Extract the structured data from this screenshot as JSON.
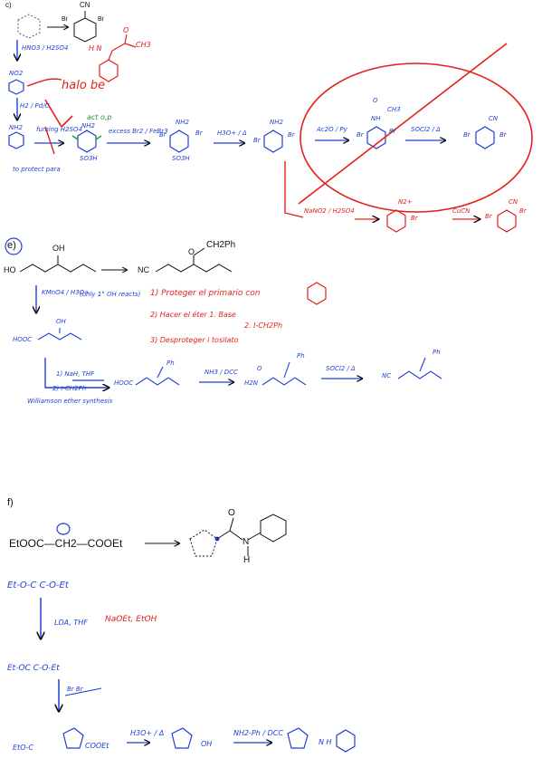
{
  "part_c": {
    "label": "c)",
    "target_sub": "CN",
    "target_br_left": "Br",
    "target_br_right": "Br",
    "side_amide_hn": "H N",
    "side_amide_o": "O",
    "side_amide_ch3": "CH3",
    "step1_reagents": "HNO3 / H2SO4",
    "nitro_label": "NO2",
    "red_note": "halo be",
    "step2_reagents": "H2 / Pd/C",
    "amine_label": "NH2",
    "fuming_reagents": "fuming H2SO4",
    "protect_note": "to protect para",
    "act_note": "act o,p",
    "sulfonic_amine": "NH2",
    "so3h_1": "SO3H",
    "excess_br": "excess Br2 / FeBr3",
    "tribromo_nh2": "NH2",
    "tribromo_br_l": "Br",
    "tribromo_br_r": "Br",
    "so3h_2": "SO3H",
    "h3o_reagent": "H3O+ / Δ",
    "dibromo_nh2": "NH2",
    "dibromo_br_l": "Br",
    "dibromo_br_r": "Br",
    "ac2o_reagent": "Ac2O / Py",
    "acet_ch3": "CH3",
    "acet_nh": "NH",
    "acet_o": "O",
    "acet_br_l": "Br",
    "acet_br_r": "Br",
    "socl2_reagent": "SOCl2 / Δ",
    "final_cn": "CN",
    "final_br_l": "Br",
    "final_br_r": "Br",
    "nano2_reagent": "NaNO2 / H2SO4",
    "diaz_n2": "N2+",
    "diaz_br": "Br",
    "cucn_reagent": "CuCN",
    "cucn_cn": "CN",
    "cucn_br_l": "Br",
    "cucn_br_r": "Br"
  },
  "part_e": {
    "label": "e)",
    "start_oh": "OH",
    "start_ho": "HO",
    "prod_ch2ph": "CH2Ph",
    "prod_o": "O",
    "prod_nc": "NC",
    "kmno4": "KMnO4 / H3O+",
    "kmno4_note": "(only 1° OH reacts)",
    "acid_oh": "OH",
    "acid_hooc": "HOOC",
    "note1": "1) Proteger el primario con",
    "note2": "2) Hacer el éter  1. Base",
    "note2b": "2. I-CH2Ph",
    "note3": "3) Desproteger i tosilato",
    "nah_1": "1) NaH, THF",
    "nah_2": "2) I-CH2Ph",
    "williamson": "Williamson ether synthesis",
    "ether_hooc": "HOOC",
    "ether_ph": "Ph",
    "nh3_reagent": "NH3 / DCC",
    "amide_h2n": "H2N",
    "amide_o": "O",
    "amide_ph": "Ph",
    "socl2_reagent": "SOCl2 / Δ",
    "nitrile_nc": "NC",
    "nitrile_ph": "Ph"
  },
  "part_f": {
    "label": "f)",
    "malonate": "EtOOC—CH2—COOEt",
    "amide_o": "O",
    "amide_n": "N",
    "amide_h": "H",
    "blue_ester": "Et-O-C  C-O-Et",
    "lda": "LDA, THF",
    "naoet": "NaOEt, EtOH",
    "enolate": "Et-OC  C-O-Et",
    "dibromide": "Br  Br",
    "cyclo_ester_l": "EtO-C",
    "cyclo_ester_r": "COOEt",
    "h3o": "H3O+ / Δ",
    "acid_oh": "OH",
    "aniline_reagent": "NH2-Ph / DCC",
    "final_nh": "N H"
  },
  "colors": {
    "ink": "#111111",
    "blue": "#1f3fd6",
    "red": "#e3201b",
    "green": "#1a9c2a"
  }
}
